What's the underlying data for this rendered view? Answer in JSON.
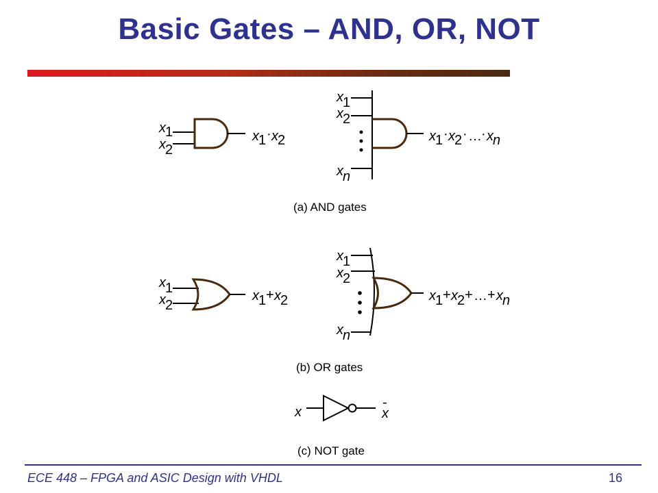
{
  "slide": {
    "title": "Basic Gates – AND, OR, NOT",
    "footer": "ECE 448 – FPGA and ASIC Design with VHDL",
    "page_number": "16",
    "title_color": "#2e3192",
    "accent_colors": [
      "#e0141c",
      "#4a2a0c"
    ],
    "gate_stroke_color": "#4a2a0c"
  },
  "diagram": {
    "captions": {
      "and": "(a) AND gates",
      "or": "(b) OR gates",
      "not": "(c) NOT gate"
    },
    "symbols": {
      "x": "x",
      "n": "n",
      "one": "1",
      "two": "2",
      "dot": "·",
      "ellipsis": "…",
      "plus": "+",
      "bar": "-"
    }
  }
}
